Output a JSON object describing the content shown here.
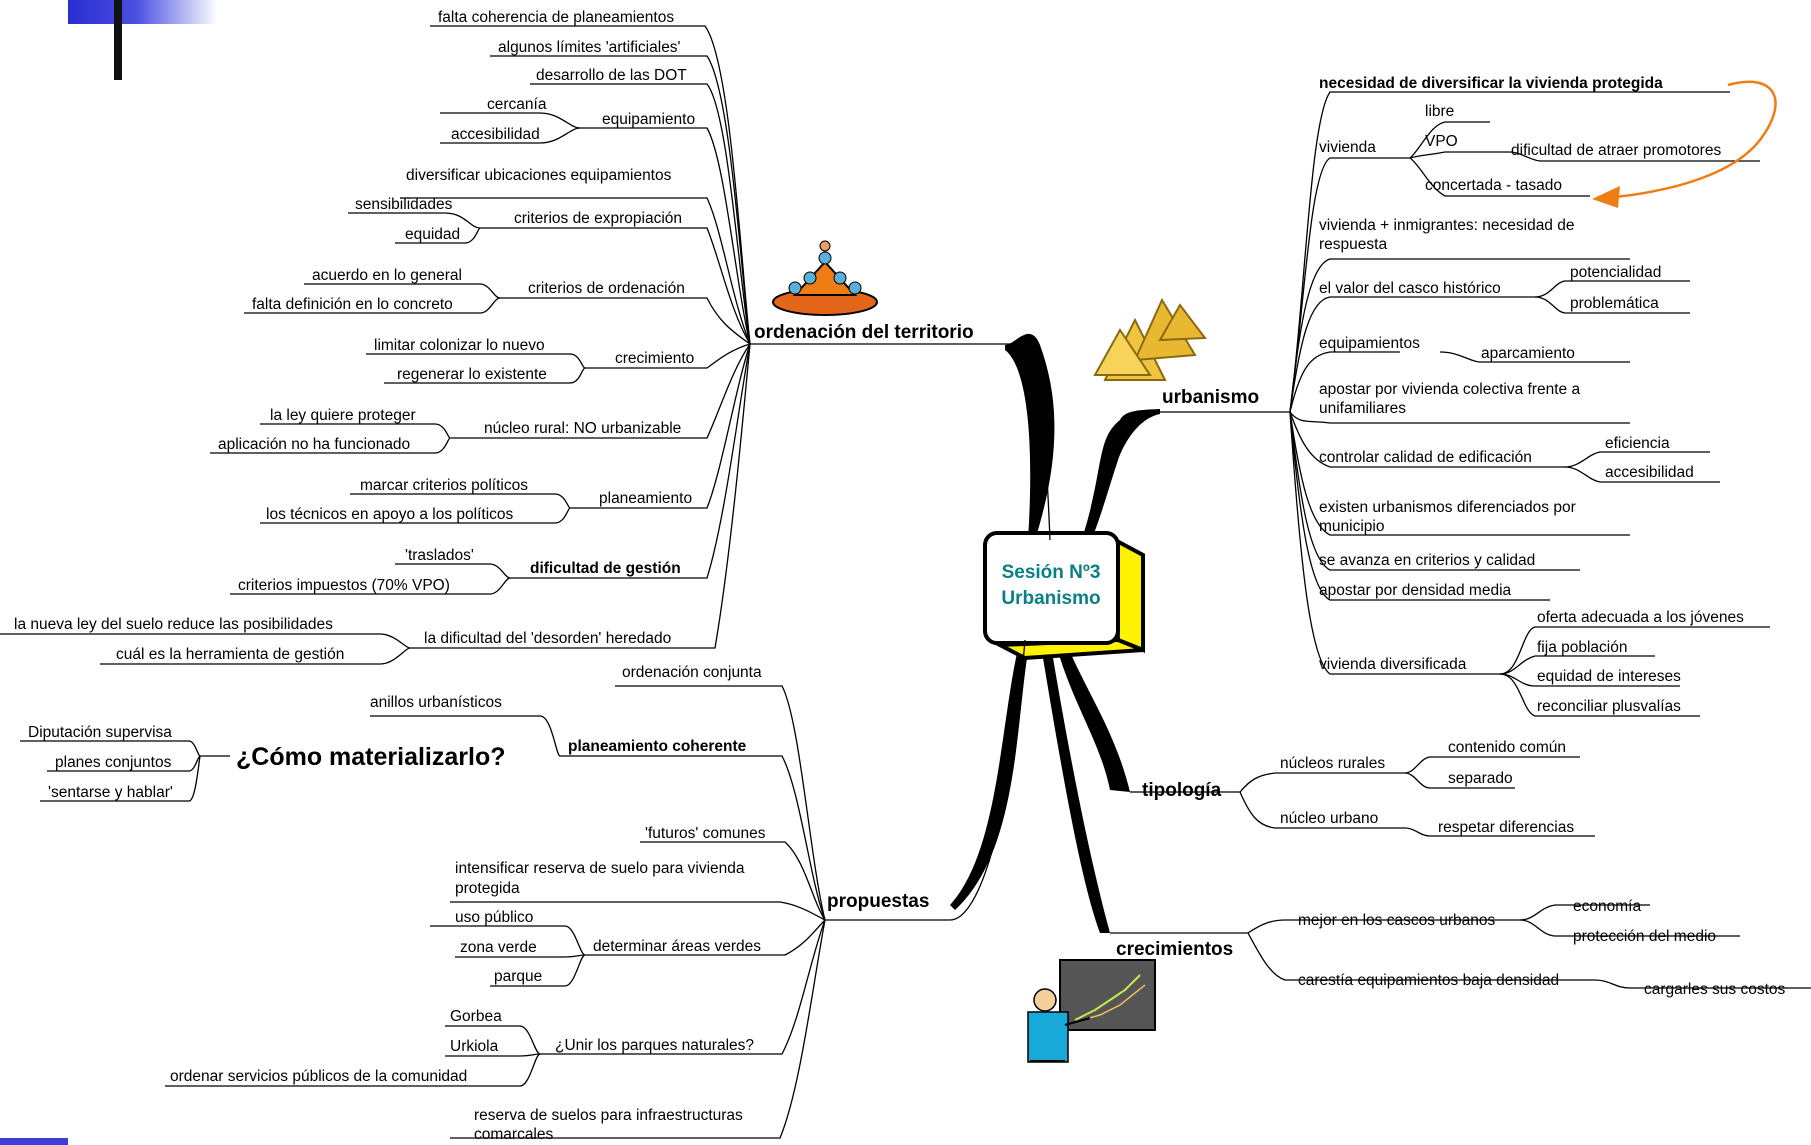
{
  "center": {
    "line1": "Sesión Nº3",
    "line2": "Urbanismo"
  },
  "ordenacion": {
    "title": "ordenación del territorio",
    "items": [
      "falta coherencia de planeamientos",
      "algunos límites 'artificiales'",
      "desarrollo de las DOT",
      "equipamiento",
      "cercanía",
      "accesibilidad",
      "diversificar ubicaciones equipamientos",
      "criterios de expropiación",
      "sensibilidades",
      "equidad",
      "criterios de ordenación",
      "acuerdo en lo general",
      "falta definición en lo concreto",
      "crecimiento",
      "limitar colonizar lo nuevo",
      "regenerar lo existente",
      "núcleo rural: NO urbanizable",
      "la ley quiere proteger",
      "aplicación no ha funcionado",
      "planeamiento",
      "marcar criterios políticos",
      "los técnicos en apoyo a los políticos",
      "dificultad de gestión",
      "'traslados'",
      "criterios impuestos (70% VPO)",
      "la dificultad del 'desorden' heredado",
      "la nueva ley del suelo reduce las posibilidades",
      "cuál es la herramienta de gestión"
    ]
  },
  "propuestas": {
    "title": "propuestas",
    "question": "¿Cómo materializarlo?",
    "items": [
      "ordenación conjunta",
      "planeamiento coherente",
      "anillos urbanísticos",
      "Diputación supervisa",
      "planes conjuntos",
      "'sentarse y hablar'",
      "'futuros' comunes",
      "intensificar reserva de suelo para vivienda",
      "protegida",
      "determinar áreas verdes",
      "uso público",
      "zona verde",
      "parque",
      "¿Unir los parques naturales?",
      "Gorbea",
      "Urkiola",
      "ordenar servicios públicos de la comunidad",
      "reserva de suelos para infraestructuras",
      "comarcales"
    ]
  },
  "urbanismo": {
    "title": "urbanismo",
    "items": [
      "necesidad de diversificar la vivienda protegida",
      "vivienda",
      "libre",
      "VPO",
      "dificultad de atraer promotores",
      "concertada - tasado",
      "vivienda + inmigrantes: necesidad de",
      "respuesta",
      "el valor del casco histórico",
      "potencialidad",
      "problemática",
      "equipamientos",
      "aparcamiento",
      "apostar por vivienda colectiva frente a",
      "unifamiliares",
      "controlar calidad de edificación",
      "eficiencia",
      "accesibilidad",
      "existen urbanismos diferenciados por",
      "municipio",
      "se avanza en criterios y calidad",
      "apostar por densidad media",
      "vivienda diversificada",
      "oferta adecuada a los jóvenes",
      "fija población",
      "equidad de intereses",
      "reconciliar plusvalías"
    ]
  },
  "tipologia": {
    "title": "tipología",
    "items": [
      "núcleos rurales",
      "contenido común",
      "separado",
      "núcleo urbano",
      "respetar diferencias"
    ]
  },
  "crecimientos": {
    "title": "crecimientos",
    "items": [
      "mejor en los cascos urbanos",
      "economía",
      "protección del medio",
      "carestía equipamientos baja densidad",
      "cargarles sus costos"
    ]
  },
  "colors": {
    "accent": "#3b3fd6",
    "center_text": "#0b7f88",
    "box_fill": "#fff200",
    "arrow": "#f07c14"
  }
}
